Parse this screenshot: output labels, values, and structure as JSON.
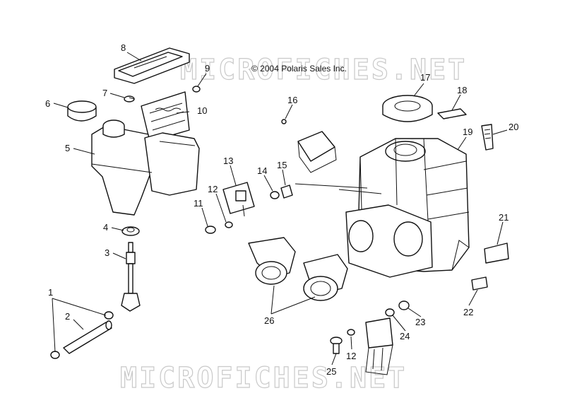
{
  "copyright": "© 2004 Polaris Sales Inc.",
  "watermark_top": "MICROFICHES.NET",
  "watermark_bottom": "MICROFICHES.NET",
  "callouts": [
    "1",
    "2",
    "3",
    "4",
    "5",
    "6",
    "7",
    "8",
    "9",
    "10",
    "11",
    "12",
    "13",
    "14",
    "15",
    "16",
    "17",
    "18",
    "19",
    "20",
    "21",
    "22",
    "23",
    "24",
    "25",
    "26",
    "12"
  ]
}
